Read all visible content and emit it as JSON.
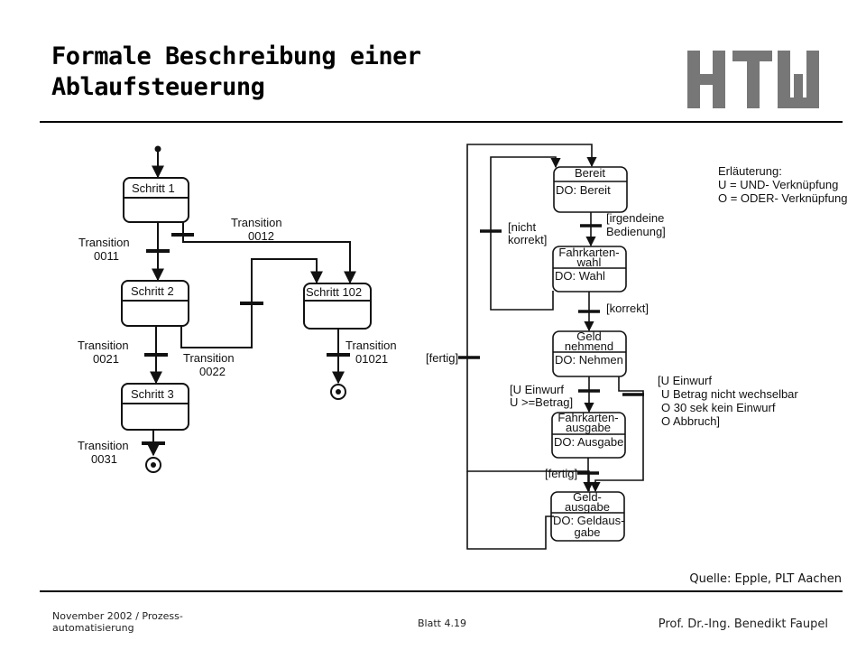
{
  "title": {
    "line1": "Formale Beschreibung einer",
    "line2": "Ablaufsteuerung"
  },
  "logo_text": "HTW",
  "left_diagram": {
    "states": [
      {
        "id": "schritt1",
        "label": "Schritt 1"
      },
      {
        "id": "schritt2",
        "label": "Schritt 2"
      },
      {
        "id": "schritt3",
        "label": "Schritt 3"
      },
      {
        "id": "schritt102",
        "label": "Schritt 102"
      }
    ],
    "transitions": [
      {
        "label": "Transition",
        "code": "0011"
      },
      {
        "label": "Transition",
        "code": "0012"
      },
      {
        "label": "Transition",
        "code": "0021"
      },
      {
        "label": "Transition",
        "code": "0022"
      },
      {
        "label": "Transition",
        "code": "01021"
      },
      {
        "label": "Transition",
        "code": "0031"
      }
    ]
  },
  "right_diagram": {
    "states": [
      {
        "id": "bereit",
        "name": [
          "Bereit"
        ],
        "action": [
          "DO: Bereit"
        ]
      },
      {
        "id": "fahrkartenwahl",
        "name": [
          "Fahrkarten-",
          "wahl"
        ],
        "action": [
          "DO: Wahl"
        ]
      },
      {
        "id": "geldnehmend",
        "name": [
          "Geld",
          "nehmend"
        ],
        "action": [
          "DO: Nehmen"
        ]
      },
      {
        "id": "fahrkartenausgabe",
        "name": [
          "Fahrkarten-",
          "ausgabe"
        ],
        "action": [
          "DO: Ausgabe"
        ]
      },
      {
        "id": "geldausgabe",
        "name": [
          "Geld-",
          "ausgabe"
        ],
        "action": [
          "DO: Geldaus-",
          "gabe"
        ]
      }
    ],
    "guards": {
      "nicht_korrekt": [
        "[nicht",
        "korrekt]"
      ],
      "irgendeine": [
        "[irgendeine",
        "Bedienung]"
      ],
      "korrekt": [
        "[korrekt]"
      ],
      "fertig_left": [
        "[fertig]"
      ],
      "u_einwurf_betrag": [
        "[U Einwurf",
        "U >=Betrag]"
      ],
      "u_einwurf_or": [
        "[U Einwurf",
        "U Betrag nicht wechselbar",
        "O 30 sek kein Einwurf",
        "O Abbruch]"
      ],
      "fertig_bottom": [
        "[fertig]"
      ]
    }
  },
  "legend": [
    "Erläuterung:",
    "U = UND- Verknüpfung",
    "O = ODER- Verknüpfung"
  ],
  "source": "Quelle: Epple, PLT Aachen",
  "footer": {
    "left_line1": "November 2002 / Prozess-",
    "left_line2": "automatisierung",
    "center": "Blatt 4.19",
    "right": "Prof. Dr.-Ing. Benedikt Faupel"
  }
}
